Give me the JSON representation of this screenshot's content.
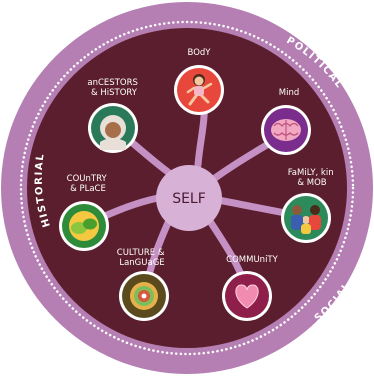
{
  "colors": {
    "ring": "#b57fb3",
    "interior": "#5a1e2e",
    "arm": "#c591c4",
    "center": "#d7b1d6",
    "node_border": "#ffffff"
  },
  "ring_labels": {
    "historical": "HISTORIAL",
    "political": "POLITICAL",
    "social": "SOCIAL"
  },
  "center": {
    "label": "SELF"
  },
  "nodes": {
    "body": {
      "label_lines": [
        "BOdY"
      ],
      "icon": "girl-running-icon",
      "bg": "#e8473c"
    },
    "mind": {
      "label_lines": [
        "Mind"
      ],
      "icon": "brain-icon",
      "bg": "#7b2d8e"
    },
    "family": {
      "label_lines": [
        "FaMiLY, kin",
        "& MOB"
      ],
      "icon": "family-icon",
      "bg": "#2d8a5a"
    },
    "community": {
      "label_lines": [
        "COMMUniTY"
      ],
      "icon": "heart-icon",
      "bg": "#8e1f4a"
    },
    "culture": {
      "label_lines": [
        "CULTURE &",
        "LanGUaGE"
      ],
      "icon": "flower-icon",
      "bg": "#5a4a1e"
    },
    "country": {
      "label_lines": [
        "COUnTRY",
        "& PLaCE"
      ],
      "icon": "leaves-icon",
      "bg": "#2e8b3a"
    },
    "ancestors": {
      "label_lines": [
        "anCESTORS",
        "& HiSTORY"
      ],
      "icon": "elder-icon",
      "bg": "#2a7a5a"
    }
  }
}
